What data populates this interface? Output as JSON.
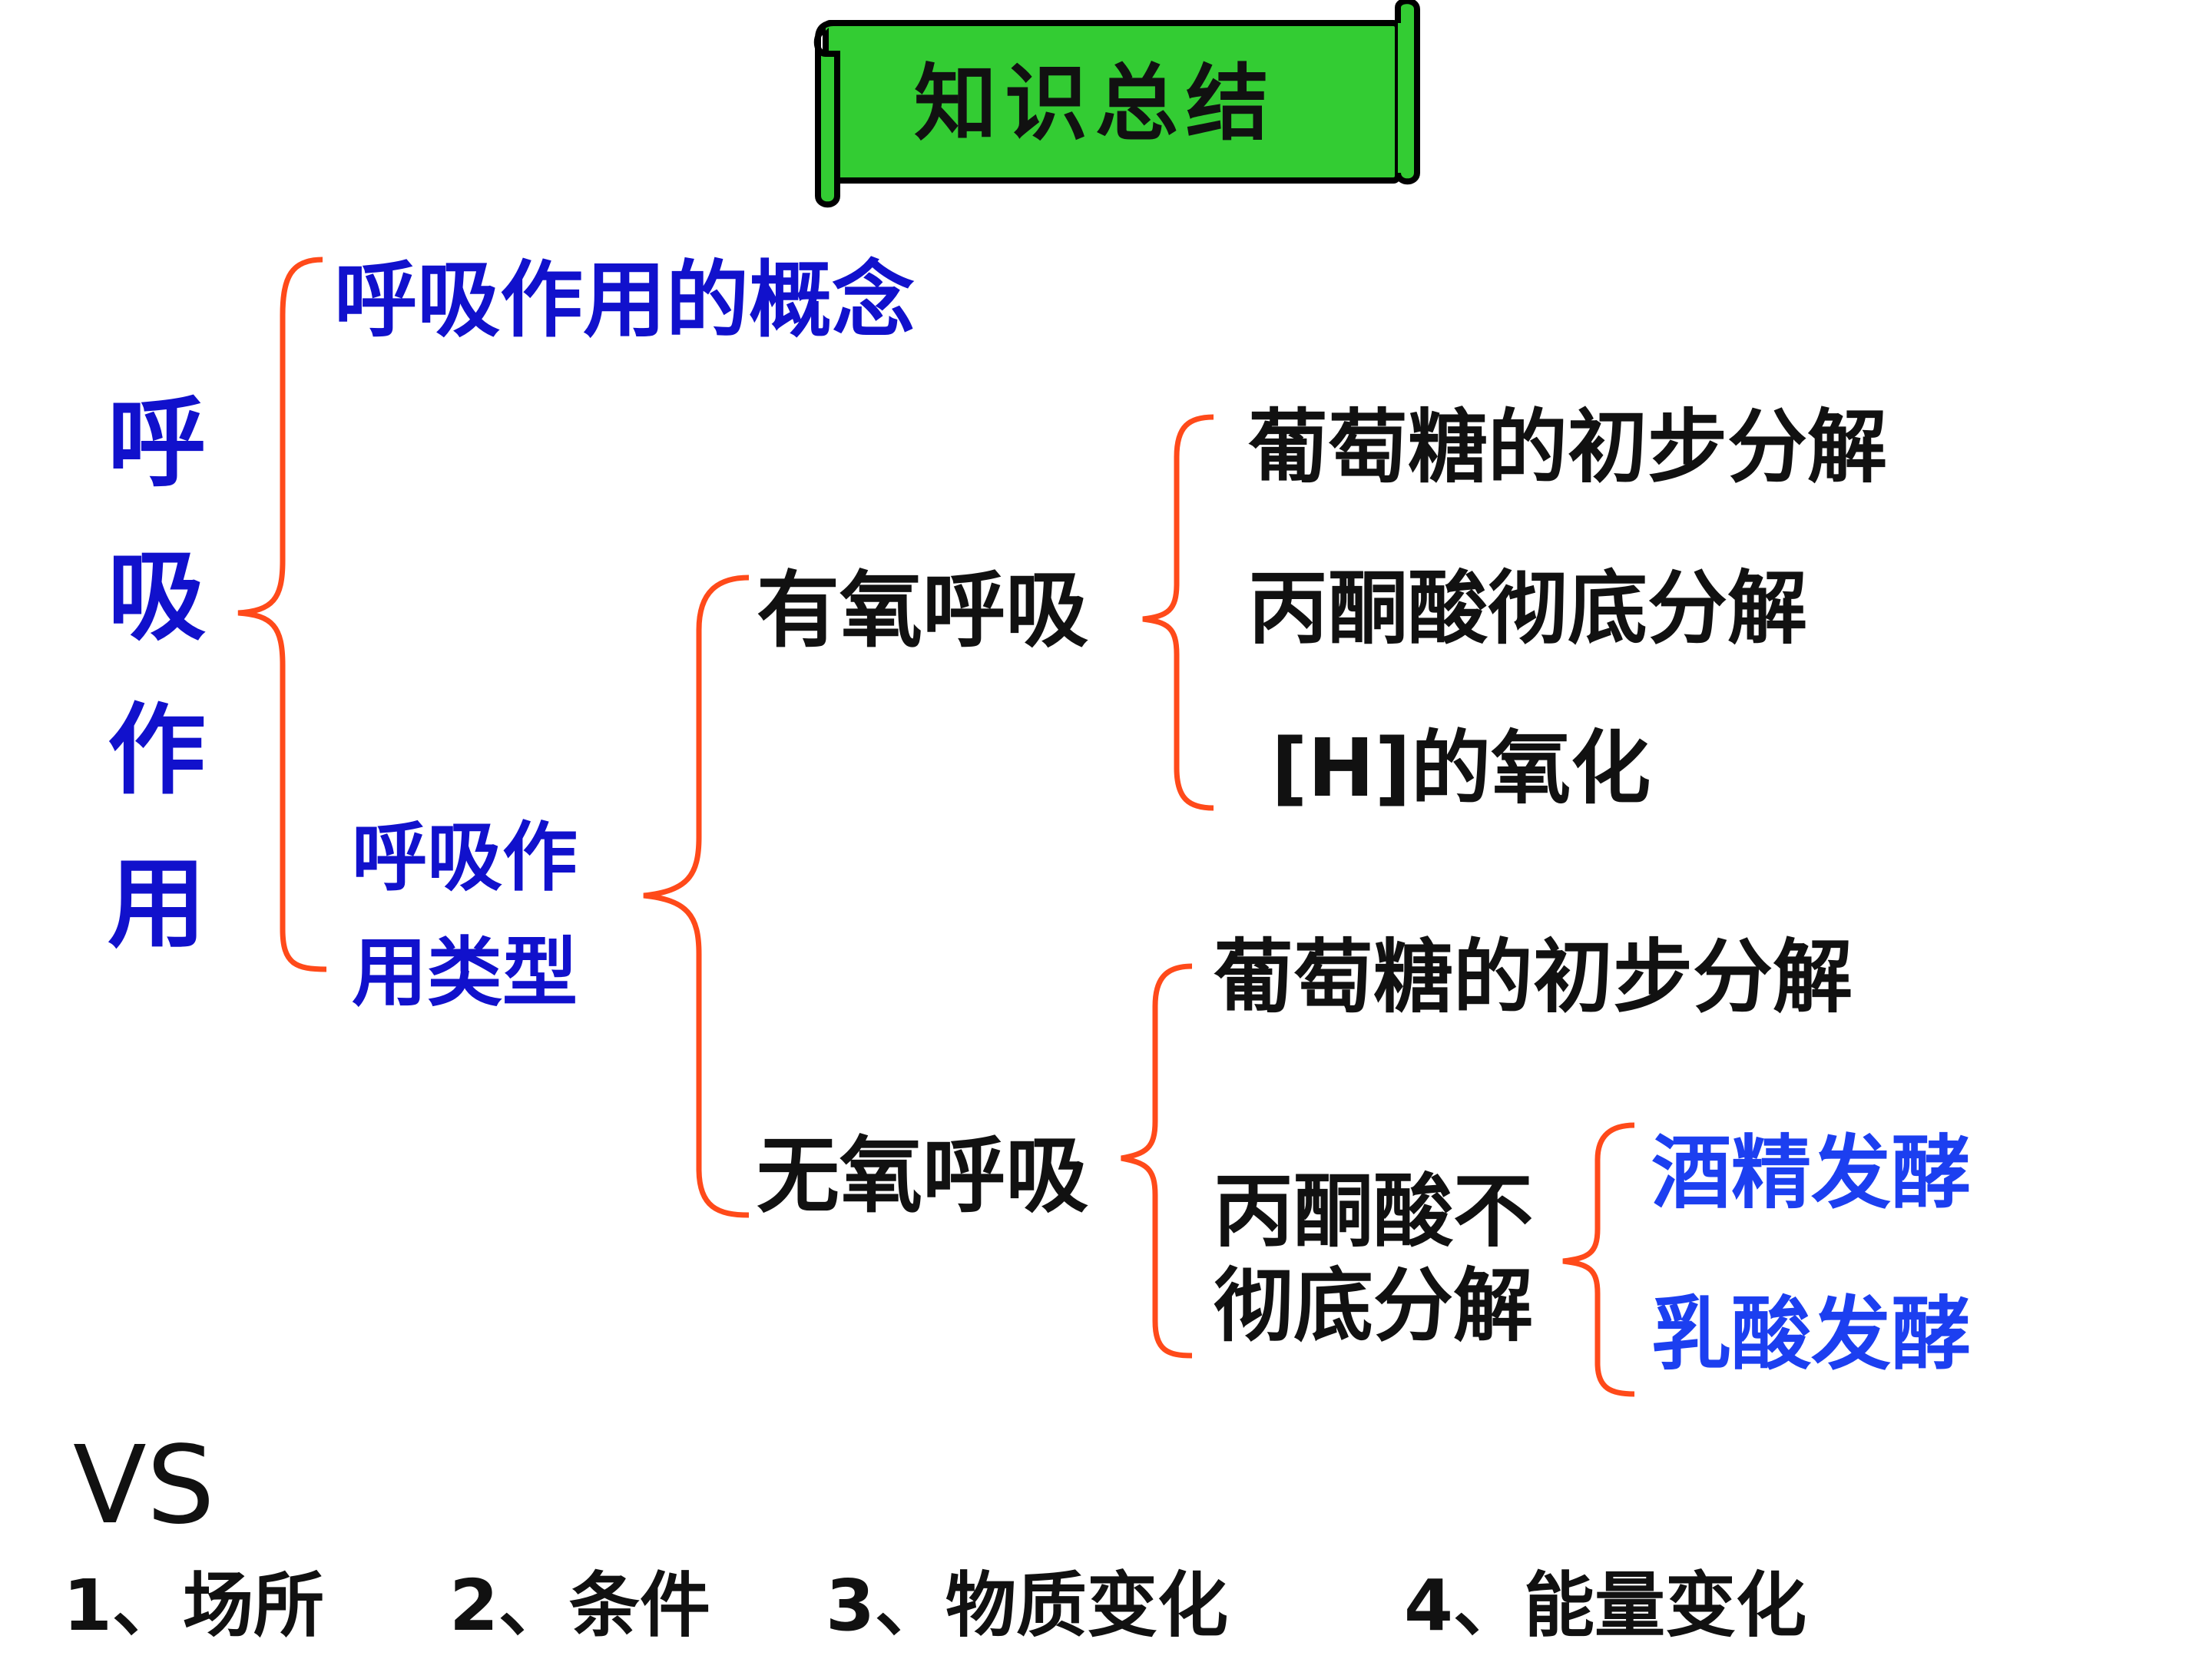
{
  "banner": {
    "title": "知识总结",
    "fill_color": "#33cc33"
  },
  "main_title": {
    "chars": [
      "呼",
      "吸",
      "作",
      "用"
    ]
  },
  "concept": {
    "label": "呼吸作用的概念"
  },
  "types": {
    "line1": "呼吸作",
    "line2": "用类型"
  },
  "aerobic": {
    "label": "有氧呼吸",
    "stages": [
      "葡萄糖的初步分解",
      "丙酮酸彻底分解",
      "[H]的氧化"
    ]
  },
  "anaerobic": {
    "label": "无氧呼吸",
    "stage1": "葡萄糖的初步分解",
    "stage2_line1": "丙酮酸不",
    "stage2_line2": "彻底分解",
    "fermentations": [
      "酒精发酵",
      "乳酸发酵"
    ]
  },
  "comparison": {
    "vs": "VS",
    "items": [
      "1、场所",
      "2、条件",
      "3、物质变化",
      "4、能量变化"
    ]
  },
  "colors": {
    "brace": "#ff4a1a",
    "blue_text": "#1111cc",
    "fermentation_text": "#1c3ff0"
  }
}
